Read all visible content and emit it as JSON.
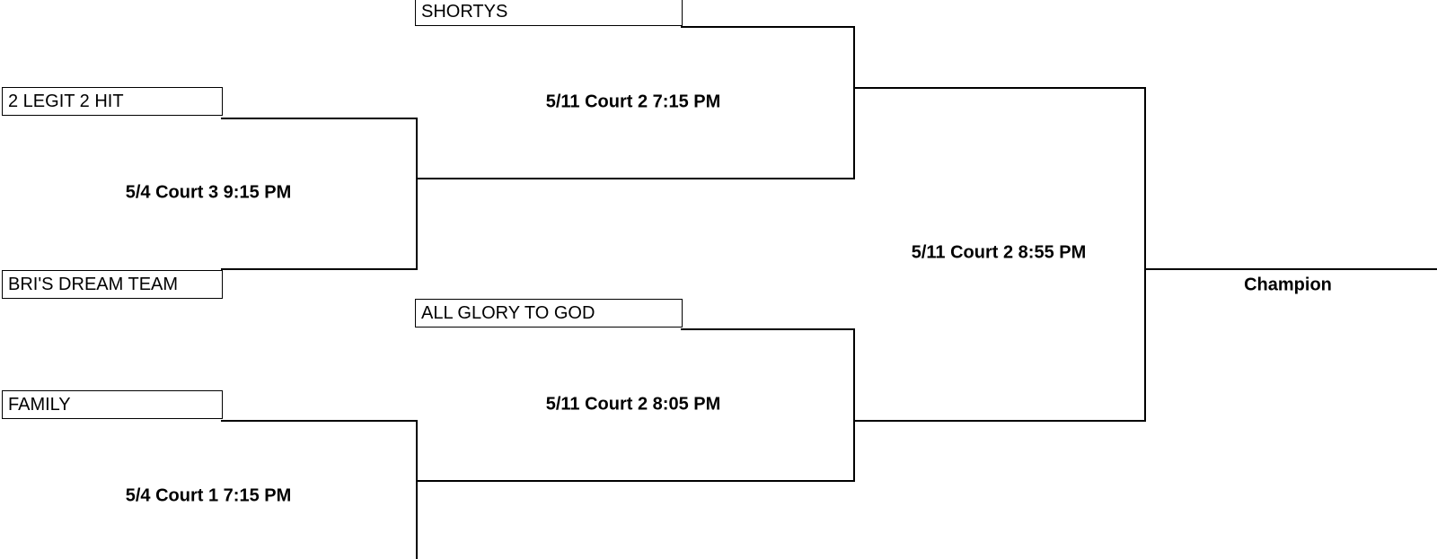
{
  "bracket": {
    "round1": [
      {
        "team_top": "2 LEGIT 2 HIT",
        "team_bottom": "BRI'S DREAM TEAM",
        "game": "5/4 Court 3 9:15 PM"
      },
      {
        "team_top": "FAMILY",
        "team_bottom": "",
        "game": "5/4 Court 1 7:15 PM"
      }
    ],
    "round2": [
      {
        "team_top": "SHORTYS",
        "game": "5/11 Court 2 7:15 PM"
      },
      {
        "team_top": "ALL GLORY TO GOD",
        "game": "5/11 Court 2 8:05 PM"
      }
    ],
    "final": {
      "game": "5/11 Court 2 8:55 PM"
    },
    "champion_label": "Champion"
  }
}
